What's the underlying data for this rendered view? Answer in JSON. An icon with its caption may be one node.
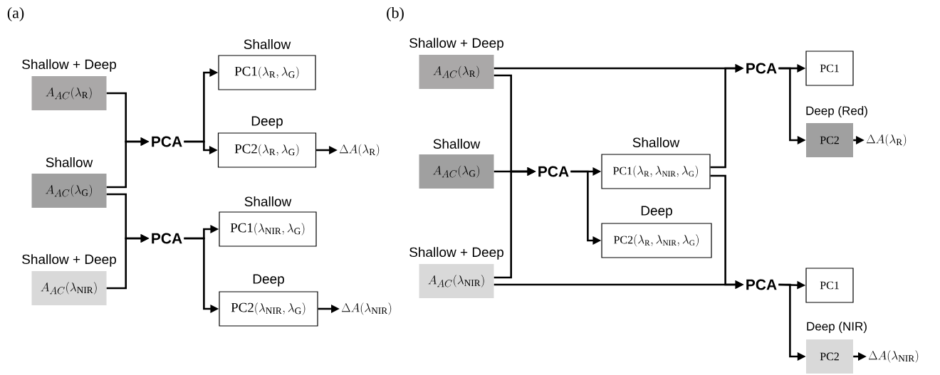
{
  "diagram": {
    "nodes": [
      {
        "text": [
          "Shallow + Deep",
          "A_{AC}(\\lambda_{\\mathrm{R}})"
        ]
      },
      {
        "text": [
          "Shallow",
          "A_{AC}(\\lambda_{\\mathrm{G}})"
        ]
      },
      {
        "text": [
          "Shallow + Deep",
          "A_{AC}(\\lambda_{\\mathrm{NIR}})"
        ]
      },
      {
        "text": [
          "PCA"
        ]
      },
      {
        "text": [
          "PCA"
        ]
      },
      {
        "text": [
          "Shallow",
          "\\mathrm{PC1}(\\lambda_{\\mathrm{R}},\\lambda_{\\mathrm{G}})"
        ]
      },
      {
        "text": [
          "Deep",
          "\\mathrm{PC2}(\\lambda_{\\mathrm{R}},\\lambda_{\\mathrm{G}})"
        ]
      },
      {
        "text": [
          "\\Delta A(\\lambda_{\\mathrm{R}})"
        ]
      },
      {
        "text": [
          "Shallow",
          "\\mathrm{PC1}(\\lambda_{\\mathrm{NIR}},\\lambda_{\\mathrm{G}})"
        ]
      },
      {
        "text": [
          "Deep",
          "\\mathrm{PC2}(\\lambda_{\\mathrm{NIR}},\\lambda_{\\mathrm{G}})"
        ]
      },
      {
        "text": [
          "\\Delta A(\\lambda_{\\mathrm{NIR}})"
        ]
      },
      {
        "text": [
          "Shallow + Deep",
          "A_{AC}(\\lambda_{\\mathrm{R}})"
        ]
      },
      {
        "text": [
          "Shallow",
          "A_{AC}(\\lambda_{\\mathrm{G}})"
        ]
      },
      {
        "text": [
          "Shallow + Deep",
          "A_{AC}(\\lambda_{\\mathrm{NIR}})"
        ]
      },
      {
        "text": [
          "PCA"
        ]
      },
      {
        "text": [
          "Shallow",
          "\\mathrm{PC1}(\\lambda_{\\mathrm{R}},\\lambda_{\\mathrm{NIR}},\\lambda_{\\mathrm{G}})"
        ]
      },
      {
        "text": [
          "Deep",
          "\\mathrm{PC2}(\\lambda_{\\mathrm{R}},\\lambda_{\\mathrm{NIR}},\\lambda_{\\mathrm{G}})"
        ]
      },
      {
        "text": [
          "PCA"
        ]
      },
      {
        "text": [
          "PC1"
        ]
      },
      {
        "text": [
          "Deep (Red)",
          "PC2"
        ]
      },
      {
        "text": [
          "\\Delta A(\\lambda_{\\mathrm{R}})"
        ]
      },
      {
        "text": [
          "PCA"
        ]
      },
      {
        "text": [
          "PC1"
        ]
      },
      {
        "text": [
          "Deep (NIR)",
          "PC2"
        ]
      },
      {
        "text": [
          "\\Delta A(\\lambda_{\\mathrm{NIR}})"
        ]
      }
    ],
    "edges": [
      {
        "from": 0,
        "to": 3,
        "arrow": "to"
      },
      {
        "from": 1,
        "to": 3,
        "arrow": "to"
      },
      {
        "from": 1,
        "to": 4,
        "arrow": "to"
      },
      {
        "from": 2,
        "to": 4,
        "arrow": "to"
      },
      {
        "from": 3,
        "to": 5,
        "arrow": "to"
      },
      {
        "from": 3,
        "to": 6,
        "arrow": "to"
      },
      {
        "from": 6,
        "to": 7,
        "arrow": "to"
      },
      {
        "from": 4,
        "to": 8,
        "arrow": "to"
      },
      {
        "from": 4,
        "to": 9,
        "arrow": "to"
      },
      {
        "from": 9,
        "to": 10,
        "arrow": "to"
      },
      {
        "from": 11,
        "to": 14,
        "arrow": "to"
      },
      {
        "from": 12,
        "to": 14,
        "arrow": "to"
      },
      {
        "from": 13,
        "to": 14,
        "arrow": "to"
      },
      {
        "from": 14,
        "to": 15,
        "arrow": "to"
      },
      {
        "from": 14,
        "to": 16,
        "arrow": "to"
      },
      {
        "from": 11,
        "to": 17,
        "arrow": "to"
      },
      {
        "from": 15,
        "to": 17,
        "arrow": "to"
      },
      {
        "from": 15,
        "to": 21,
        "arrow": "to"
      },
      {
        "from": 13,
        "to": 21,
        "arrow": "to"
      },
      {
        "from": 17,
        "to": 18,
        "arrow": "to"
      },
      {
        "from": 17,
        "to": 19,
        "arrow": "to"
      },
      {
        "from": 19,
        "to": 20,
        "arrow": "to"
      },
      {
        "from": 21,
        "to": 22,
        "arrow": "to"
      },
      {
        "from": 21,
        "to": 23,
        "arrow": "to"
      },
      {
        "from": 23,
        "to": 24,
        "arrow": "to"
      }
    ],
    "labels": [
      "(a)",
      "(b)"
    ]
  }
}
